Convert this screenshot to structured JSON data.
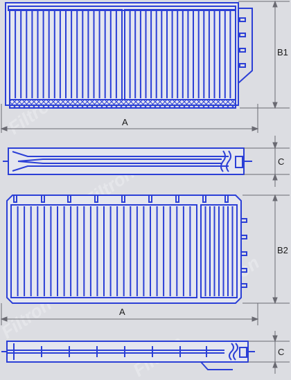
{
  "colors": {
    "background": "#dcdde2",
    "outline": "#2b3fd6",
    "fill": "#e4e6ef",
    "dimension": "#6a6a72",
    "label": "#1a1a1a",
    "watermark": "#ffffff"
  },
  "views": [
    {
      "name": "top-view",
      "filter_sections": 2,
      "pleats": [
        19,
        20
      ]
    },
    {
      "name": "top-side-view"
    },
    {
      "name": "bottom-view",
      "filter_sections": 2,
      "pleats": [
        27,
        7
      ]
    },
    {
      "name": "bottom-side-view"
    }
  ],
  "dimensions": {
    "a_top": "A",
    "b1": "B1",
    "c_top": "C",
    "b2": "B2",
    "a_bottom": "A",
    "c_bottom": "C"
  },
  "watermark": "Filtron"
}
